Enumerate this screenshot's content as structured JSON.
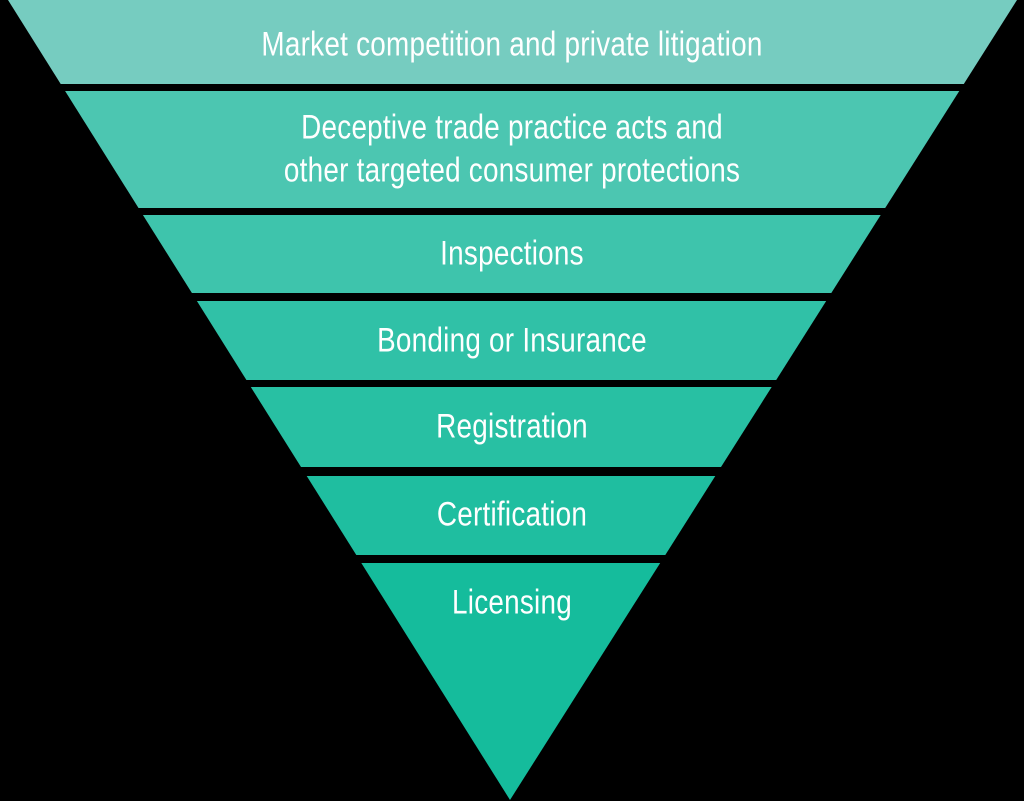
{
  "diagram": {
    "type": "inverted-pyramid-funnel",
    "background_color": "#000000",
    "text_color": "#ffffff",
    "levels": [
      {
        "id": "market-competition",
        "color": "#76ccc0",
        "lines": [
          "Market competition and private litigation"
        ]
      },
      {
        "id": "deceptive-trade",
        "color": "#4cc6b1",
        "lines": [
          "Deceptive trade practice acts and",
          "other targeted consumer protections"
        ]
      },
      {
        "id": "inspections",
        "color": "#3ec4ac",
        "lines": [
          "Inspections"
        ]
      },
      {
        "id": "bonding-insurance",
        "color": "#30c1a7",
        "lines": [
          "Bonding or Insurance"
        ]
      },
      {
        "id": "registration",
        "color": "#28c0a3",
        "lines": [
          "Registration"
        ]
      },
      {
        "id": "certification",
        "color": "#1fbea0",
        "lines": [
          "Certification"
        ]
      },
      {
        "id": "licensing",
        "color": "#15bc9c",
        "lines": [
          "Licensing"
        ]
      }
    ]
  }
}
